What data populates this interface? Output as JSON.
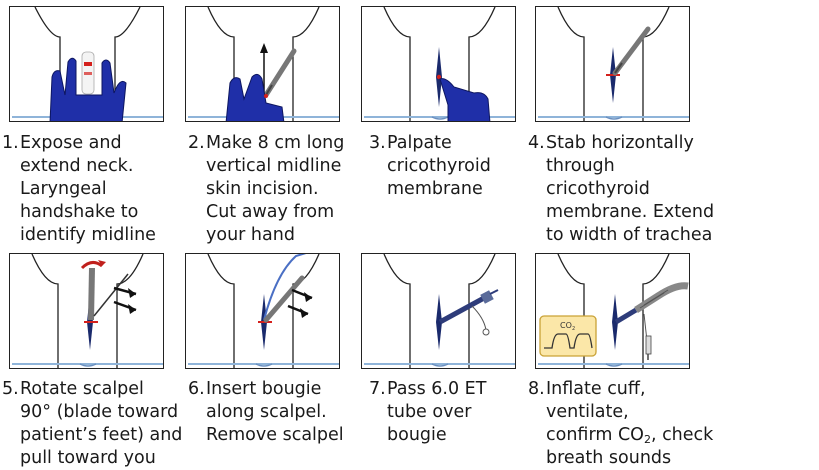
{
  "steps": [
    {
      "number": "1.",
      "lines": [
        "Expose and",
        "extend neck.",
        "Laryngeal",
        "handshake to",
        "identify midline"
      ]
    },
    {
      "number": "2.",
      "lines": [
        "Make 8 cm long",
        "vertical midline",
        "skin incision.",
        "Cut away from",
        "your hand"
      ]
    },
    {
      "number": "3.",
      "lines": [
        "Palpate",
        "cricothyroid",
        "membrane"
      ]
    },
    {
      "number": "4.",
      "lines": [
        "Stab horizontally",
        "through",
        "cricothyroid",
        "membrane. Extend",
        "to width of trachea"
      ]
    },
    {
      "number": "5.",
      "lines": [
        "Rotate scalpel",
        "90° (blade toward",
        "patient’s feet) and",
        "pull toward you"
      ]
    },
    {
      "number": "6.",
      "lines": [
        "Insert bougie",
        "along scalpel.",
        "Remove scalpel"
      ]
    },
    {
      "number": "7.",
      "lines": [
        "Pass 6.0 ET",
        "tube over",
        "bougie"
      ]
    },
    {
      "number": "8.",
      "lines": [
        "Inflate cuff,",
        "ventilate,",
        "confirm CO",
        "breath sounds"
      ],
      "co2_sub": "2",
      "co2_suffix": ", check"
    }
  ],
  "monitor": {
    "label": "CO",
    "sub": "2"
  },
  "colors": {
    "glove": "#1f2fa8",
    "incision": "#1a2a6c",
    "marker": "#d4201c",
    "bougie": "#4a6fc4",
    "monitor_bg": "#fbe7a8",
    "monitor_border": "#c9a236"
  }
}
